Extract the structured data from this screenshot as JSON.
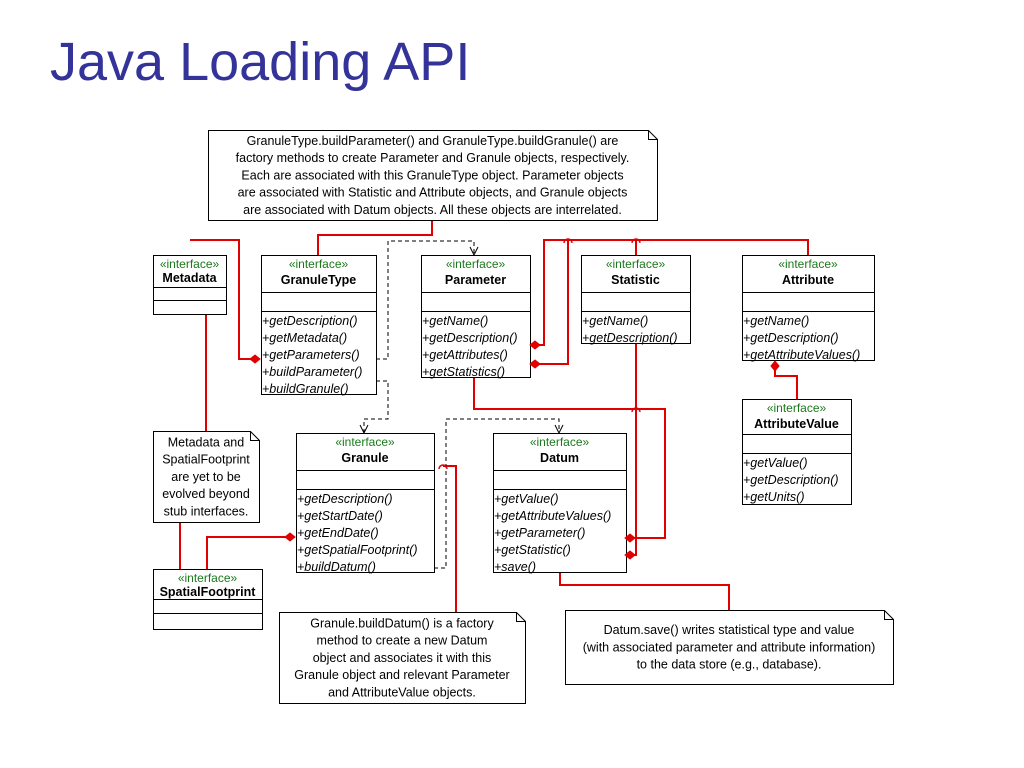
{
  "title": "Java Loading API",
  "stereotype": "«interface»",
  "classes": {
    "metadata": {
      "name": "Metadata",
      "methods": []
    },
    "granuletype": {
      "name": "GranuleType",
      "methods": [
        "+getDescription()",
        "+getMetadata()",
        "+getParameters()",
        "+buildParameter()",
        "+buildGranule()"
      ]
    },
    "parameter": {
      "name": "Parameter",
      "methods": [
        "+getName()",
        "+getDescription()",
        "+getAttributes()",
        "+getStatistics()"
      ]
    },
    "statistic": {
      "name": "Statistic",
      "methods": [
        "+getName()",
        "+getDescription()"
      ]
    },
    "attribute": {
      "name": "Attribute",
      "methods": [
        "+getName()",
        "+getDescription()",
        "+getAttributeValues()"
      ]
    },
    "attributevalue": {
      "name": "AttributeValue",
      "methods": [
        "+getValue()",
        "+getDescription()",
        "+getUnits()"
      ]
    },
    "granule": {
      "name": "Granule",
      "methods": [
        "+getDescription()",
        "+getStartDate()",
        "+getEndDate()",
        "+getSpatialFootprint()",
        "+buildDatum()"
      ]
    },
    "datum": {
      "name": "Datum",
      "methods": [
        "+getValue()",
        "+getAttributeValues()",
        "+getParameter()",
        "+getStatistic()",
        "+save()"
      ]
    },
    "spatialfootprint": {
      "name": "SpatialFootprint",
      "methods": []
    }
  },
  "notes": {
    "top": [
      "GranuleType.buildParameter() and GranuleType.buildGranule() are",
      "factory methods to create Parameter and Granule objects, respectively.",
      "Each are associated with this GranuleType object. Parameter objects",
      "are associated with Statistic and Attribute objects, and Granule objects",
      "are associated with Datum objects. All these objects are interrelated."
    ],
    "metadata": [
      "Metadata and",
      "SpatialFootprint",
      "are yet to be",
      "evolved beyond",
      "stub interfaces."
    ],
    "granule": [
      "Granule.buildDatum() is a factory",
      "method to create a new Datum",
      "object and associates it with this",
      "Granule object and relevant Parameter",
      "and AttributeValue objects."
    ],
    "datum": [
      "Datum.save() writes statistical type and value",
      "(with associated parameter and attribute information)",
      "to the data store (e.g., database)."
    ]
  },
  "colors": {
    "title": "#333399",
    "association": "#e00000",
    "stereotype": "#1a7a1a",
    "dependency": "#000000"
  }
}
